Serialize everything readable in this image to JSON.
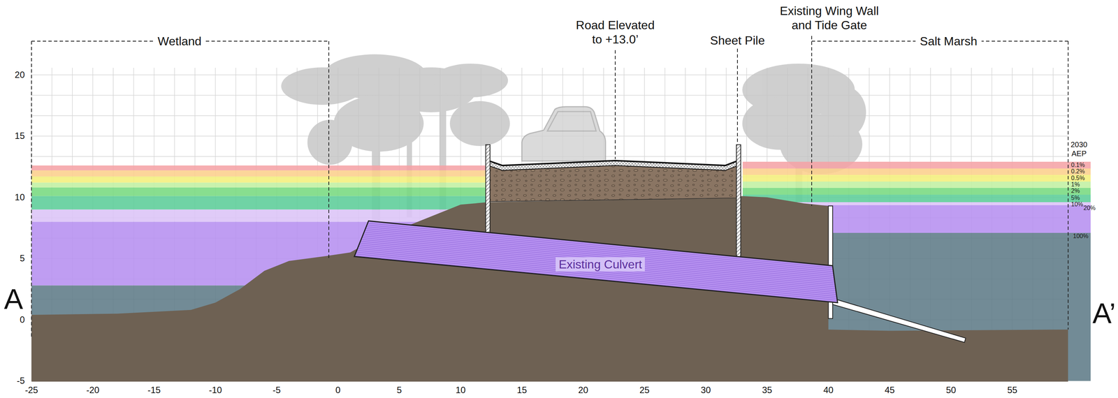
{
  "diagram": {
    "nodes": [
      {
        "text": [
          "Existing Culvert"
        ]
      }
    ],
    "labels": [
      "Wetland",
      "Road Elevated to +13.0’",
      "Sheet Pile",
      "Existing Wing Wall and Tide Gate",
      "Salt Marsh",
      "A",
      "A’",
      "2030 AEP",
      "20",
      "15",
      "10",
      "5",
      "0",
      "-5",
      "-25",
      "-20",
      "-15",
      "-10",
      "-5",
      "0",
      "5",
      "10",
      "15",
      "20",
      "25",
      "30",
      "35",
      "40",
      "45",
      "50",
      "55"
    ],
    "legend": [
      {
        "text": "0.1%",
        "color": "#f5a3a6"
      },
      {
        "text": "0.2%",
        "color": "#fccf8c"
      },
      {
        "text": "0.5%",
        "color": "#f4ef7c"
      },
      {
        "text": "1%",
        "color": "#c2f0a2"
      },
      {
        "text": "2%",
        "color": "#78d980"
      },
      {
        "text": "5%",
        "color": "#5ccd98"
      },
      {
        "text": "10%",
        "color": "#dcc4f7"
      },
      {
        "text": "20%",
        "color": "#b690f0"
      },
      {
        "text": "100%",
        "color": "#5f7b87"
      }
    ]
  }
}
